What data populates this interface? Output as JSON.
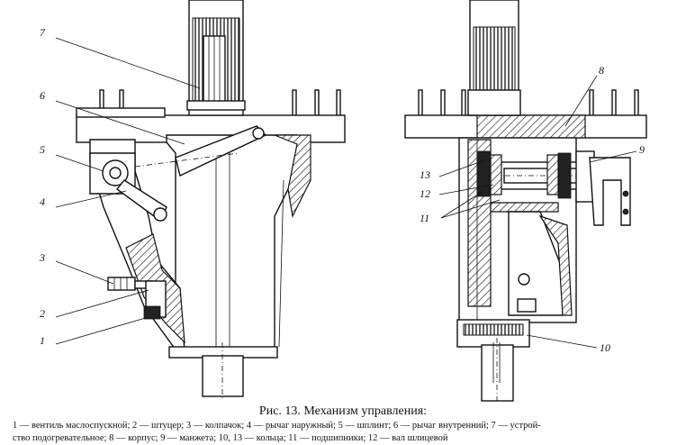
{
  "figure": {
    "caption": "Рис. 13. Механизм управления:",
    "legend_line1": "1 — вентиль маслоспускной; 2 — штуцер; 3 — колпачок; 4 — рычаг наружный; 5 — шплинт; 6 — рычаг внутренний; 7 — устрой-",
    "legend_line2": "ство подогревательное; 8 — корпус; 9 — манжета; 10, 13 — кольца; 11 — подшипники; 12 — вал шлицевой"
  },
  "callouts": {
    "left": [
      "7",
      "6",
      "5",
      "4",
      "3",
      "2",
      "1"
    ],
    "right": [
      "8",
      "9",
      "13",
      "12",
      "11",
      "10"
    ]
  }
}
